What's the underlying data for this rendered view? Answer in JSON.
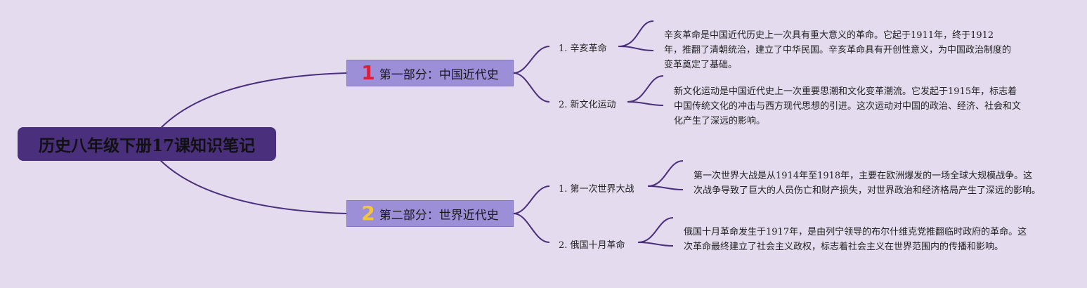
{
  "root": {
    "title": "历史八年级下册17课知识笔记"
  },
  "sections": [
    {
      "number": "1",
      "title": "第一部分：中国近代史",
      "number_color": "#d8203c",
      "topics": [
        {
          "label": "1. 辛亥革命",
          "desc": "辛亥革命是中国近代历史上一次具有重大意义的革命。它起于1911年，终于1912年，推翻了清朝统治，建立了中华民国。辛亥革命具有开创性意义，为中国政治制度的变革奠定了基础。"
        },
        {
          "label": "2. 新文化运动",
          "desc": "新文化运动是中国近代史上一次重要思潮和文化变革潮流。它发起于1915年，标志着中国传统文化的冲击与西方现代思想的引进。这次运动对中国的政治、经济、社会和文化产生了深远的影响。"
        }
      ]
    },
    {
      "number": "2",
      "title": "第二部分：世界近代史",
      "number_color": "#f2c53d",
      "topics": [
        {
          "label": "1. 第一次世界大战",
          "desc": "第一次世界大战是从1914年至1918年，主要在欧洲爆发的一场全球大规模战争。这次战争导致了巨大的人员伤亡和财产损失，对世界政治和经济格局产生了深远的影响。"
        },
        {
          "label": "2. 俄国十月革命",
          "desc": "俄国十月革命发生于1917年，是由列宁领导的布尔什维克党推翻临时政府的革命。这次革命最终建立了社会主义政权，标志着社会主义在世界范围内的传播和影响。"
        }
      ]
    }
  ],
  "colors": {
    "background": "#e4dbee",
    "root_fill": "#4a2f7c",
    "section_fill": "#9d8ed8",
    "connector": "#4a2f7c"
  }
}
